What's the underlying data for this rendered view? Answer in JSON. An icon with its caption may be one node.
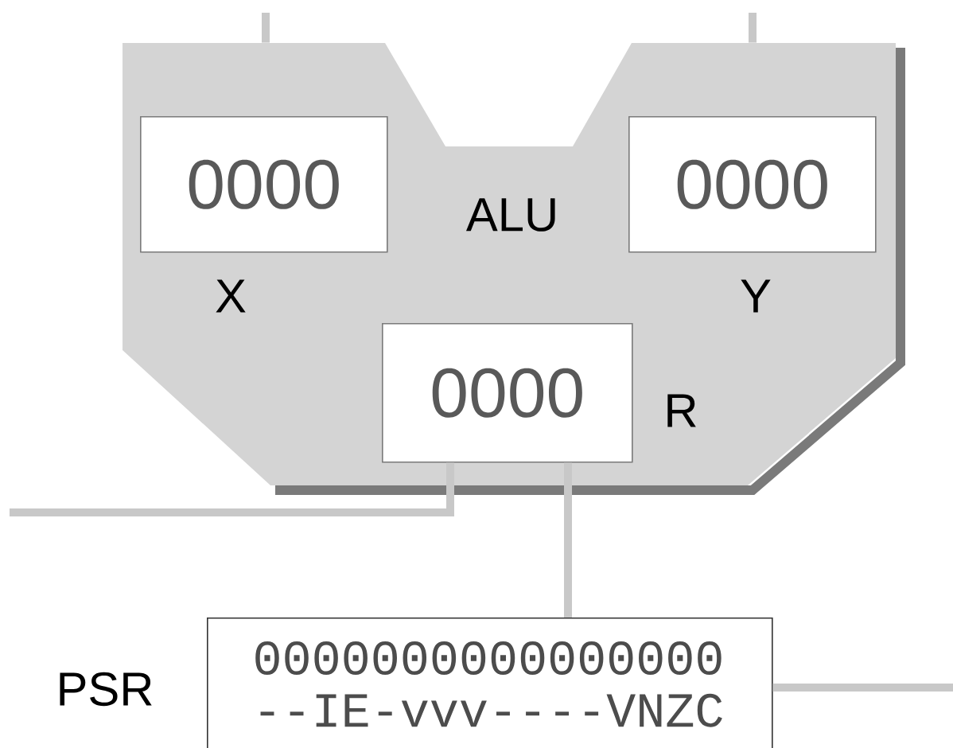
{
  "diagram": {
    "nodes": [
      {
        "text": [
          "ALU"
        ]
      },
      {
        "text": [
          "0000",
          "X"
        ],
        "in": 0
      },
      {
        "text": [
          "0000",
          "Y"
        ],
        "in": 0
      },
      {
        "text": [
          "0000",
          "R"
        ],
        "in": 0
      },
      {
        "text": [
          "PSR",
          "0000000000000000",
          "--IE-vvv----VNZC"
        ]
      }
    ],
    "edges": [
      {
        "from": null,
        "to": 0,
        "arrow": "none"
      },
      {
        "from": null,
        "to": 0,
        "arrow": "none"
      },
      {
        "from": 3,
        "to": null,
        "arrow": "none"
      },
      {
        "from": 3,
        "to": 4,
        "arrow": "none"
      },
      {
        "from": 4,
        "to": null,
        "arrow": "none"
      }
    ]
  }
}
